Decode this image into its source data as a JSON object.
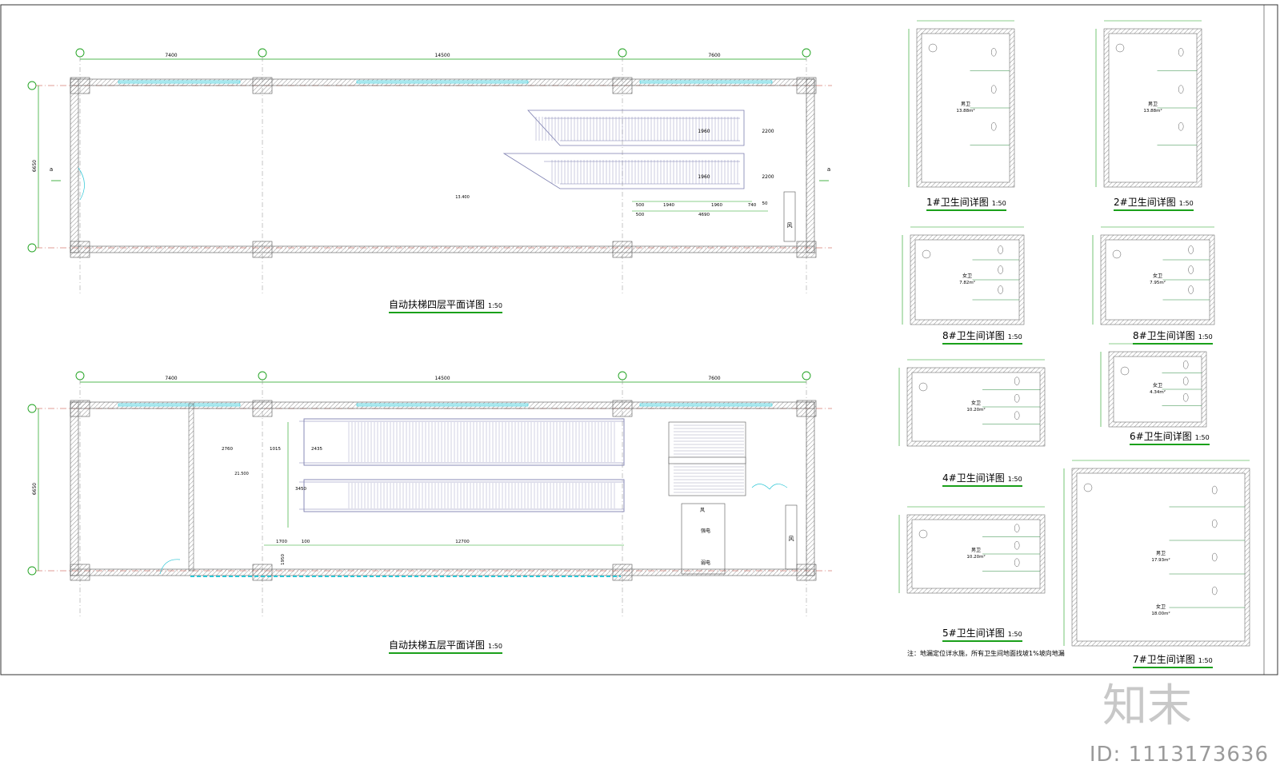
{
  "colors": {
    "line": "#c0392b",
    "dim": "#1aa01a",
    "wall": "#555555",
    "glass": "#2bc6d6",
    "stair": "#7d7fb0",
    "grid": "#1aa01a"
  },
  "plan4": {
    "title": "自动扶梯四层平面详图",
    "scale": "1:50",
    "spans": [
      "7400",
      "14500",
      "7600"
    ],
    "depth": "6650",
    "dims": [
      "1960",
      "1960",
      "2200",
      "2200",
      "500",
      "1940",
      "1960",
      "740",
      "50",
      "500",
      "4690"
    ],
    "mark_a": "a",
    "level": "13.400",
    "room": "风"
  },
  "plan5": {
    "title": "自动扶梯五层平面详图",
    "scale": "1:50",
    "spans": [
      "7400",
      "14500",
      "7600"
    ],
    "depth": "6650",
    "dims": [
      "2760",
      "1015",
      "2435",
      "3450",
      "1700",
      "100",
      "12700",
      "1950"
    ],
    "level": "21.500",
    "rooms": [
      "风",
      "强电",
      "弱电",
      "风"
    ]
  },
  "toilets": [
    {
      "title": "1#卫生间详图",
      "scale": "1:50",
      "area": "13.88m²",
      "name": "男卫"
    },
    {
      "title": "2#卫生间详图",
      "scale": "1:50",
      "area": "13.88m²",
      "name": "男卫"
    },
    {
      "title": "8#卫生间详图",
      "scale": "1:50",
      "area": "7.82m²",
      "name": "女卫"
    },
    {
      "title": "8#卫生间详图",
      "scale": "1:50",
      "area": "7.95m²",
      "name": "女卫"
    },
    {
      "title": "4#卫生间详图",
      "scale": "1:50",
      "area": "10.20m²",
      "name": "女卫"
    },
    {
      "title": "6#卫生间详图",
      "scale": "1:50",
      "area": "4.34m²",
      "name": "女卫"
    },
    {
      "title": "5#卫生间详图",
      "scale": "1:50",
      "area": "10.20m²",
      "name": "男卫"
    },
    {
      "title": "7#卫生间详图",
      "scale": "1:50",
      "area": "17.93m²",
      "name": "男卫",
      "area2": "18.00m²",
      "name2": "女卫"
    }
  ],
  "note": "注：地漏定位详水施，所有卫生间地面找坡1%坡向地漏",
  "watermark_logo": "知末",
  "watermark_id": "ID: 1113173636"
}
